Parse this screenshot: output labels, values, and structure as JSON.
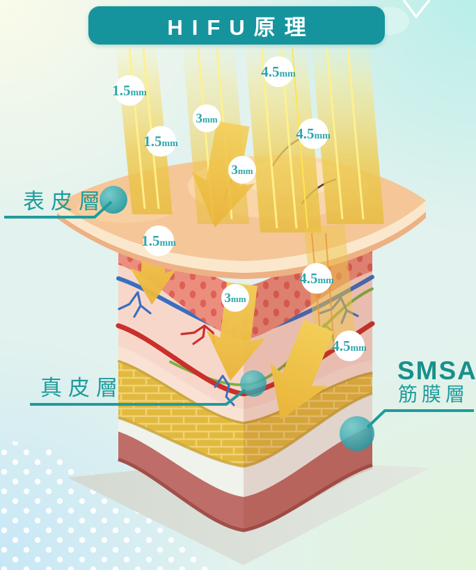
{
  "title": {
    "label": "HIFU原理"
  },
  "layer_labels": {
    "epidermis": "表皮層",
    "dermis": "真皮層",
    "smas_title": "SMSA",
    "smas_subtitle": "筋膜層"
  },
  "depth_markers": [
    {
      "value": "1.5",
      "unit": "mm"
    },
    {
      "value": "4.5",
      "unit": "mm"
    },
    {
      "value": "3",
      "unit": "mm"
    },
    {
      "value": "1.5",
      "unit": "mm"
    },
    {
      "value": "4.5",
      "unit": "mm"
    },
    {
      "value": "3",
      "unit": "mm"
    },
    {
      "value": "1.5",
      "unit": "mm"
    },
    {
      "value": "4.5",
      "unit": "mm"
    },
    {
      "value": "3",
      "unit": "mm"
    },
    {
      "value": "4.5",
      "unit": "mm"
    }
  ],
  "colors": {
    "title_teal": "#16949D",
    "label_teal": "#1E9C9C",
    "badge_text_teal": "#2EA6AB",
    "beam_yellow": "#EFCB52",
    "arrow_gold": "#EFC343",
    "epidermis_skin": "#F5C697",
    "papillary_red": "#EC8E7E",
    "dermis_pink": "#F8D7CB",
    "fat_gold": "#E2B93F",
    "smas_white": "#F0F2EC",
    "muscle_red": "#BE6D68",
    "marker_dot_teal": "#2FA8AE",
    "vein_blue": "#3A6FC0",
    "artery_red": "#C8302C",
    "nerve_green": "#7CB342"
  }
}
